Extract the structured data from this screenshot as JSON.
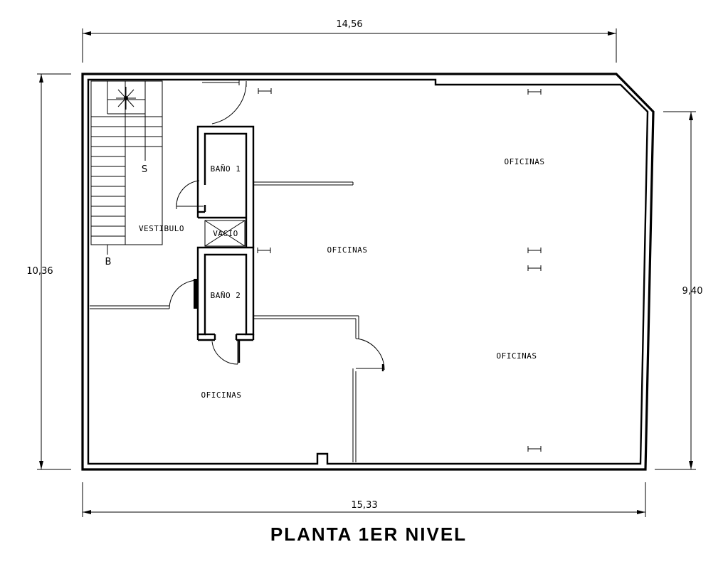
{
  "title": "PLANTA 1ER NIVEL",
  "dimensions": {
    "top": "14,56",
    "bottom": "15,33",
    "left": "10,36",
    "right": "9,40"
  },
  "rooms": {
    "bano1": "BAÑO 1",
    "bano2": "BAÑO 2",
    "vacio": "VACIO",
    "vestibulo": "VESTIBULO",
    "oficinas_center": "OFICINAS",
    "oficinas_top_right": "OFICINAS",
    "oficinas_bottom_right": "OFICINAS",
    "oficinas_bottom_left": "OFICINAS"
  },
  "stairs": {
    "up_label": "S",
    "down_label": "B"
  }
}
